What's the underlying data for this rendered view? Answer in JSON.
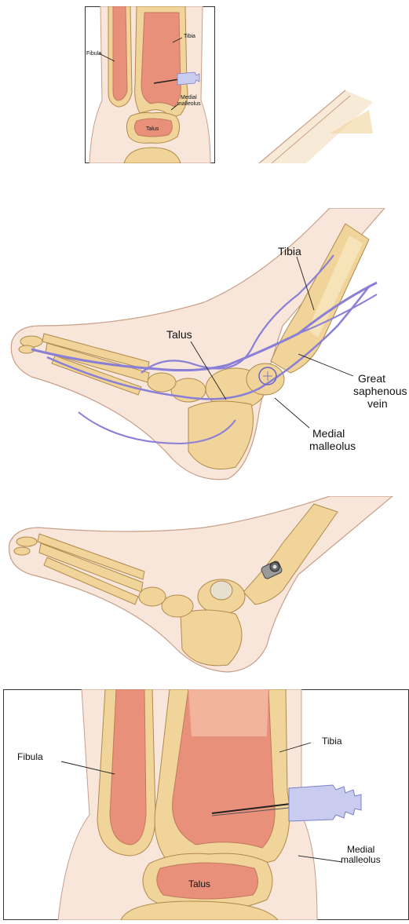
{
  "colors": {
    "bone": "#f1d49a",
    "bone_outline": "#b08a4c",
    "marrow": "#e8907a",
    "skin": "#f7e6d9",
    "skin_outline": "#c89f88",
    "vein": "#8a7fd6",
    "needle_hub": "#c9ccef"
  },
  "panel1": {
    "labels": {
      "fibula": "Fibula",
      "tibia": "Tibia",
      "medial_malleolus_1": "Medial",
      "medial_malleolus_2": "malleolus",
      "talus": "Talus"
    }
  },
  "panel2": {
    "labels": {
      "tibia": "Tibia",
      "talus": "Talus",
      "vein_1": "Great",
      "vein_2": "saphenous",
      "vein_3": "vein",
      "malleolus_1": "Medial",
      "malleolus_2": "malleolus"
    }
  },
  "panel4": {
    "labels": {
      "fibula": "Fibula",
      "tibia": "Tibia",
      "medial_malleolus_1": "Medial",
      "medial_malleolus_2": "malleolus",
      "talus": "Talus"
    }
  }
}
